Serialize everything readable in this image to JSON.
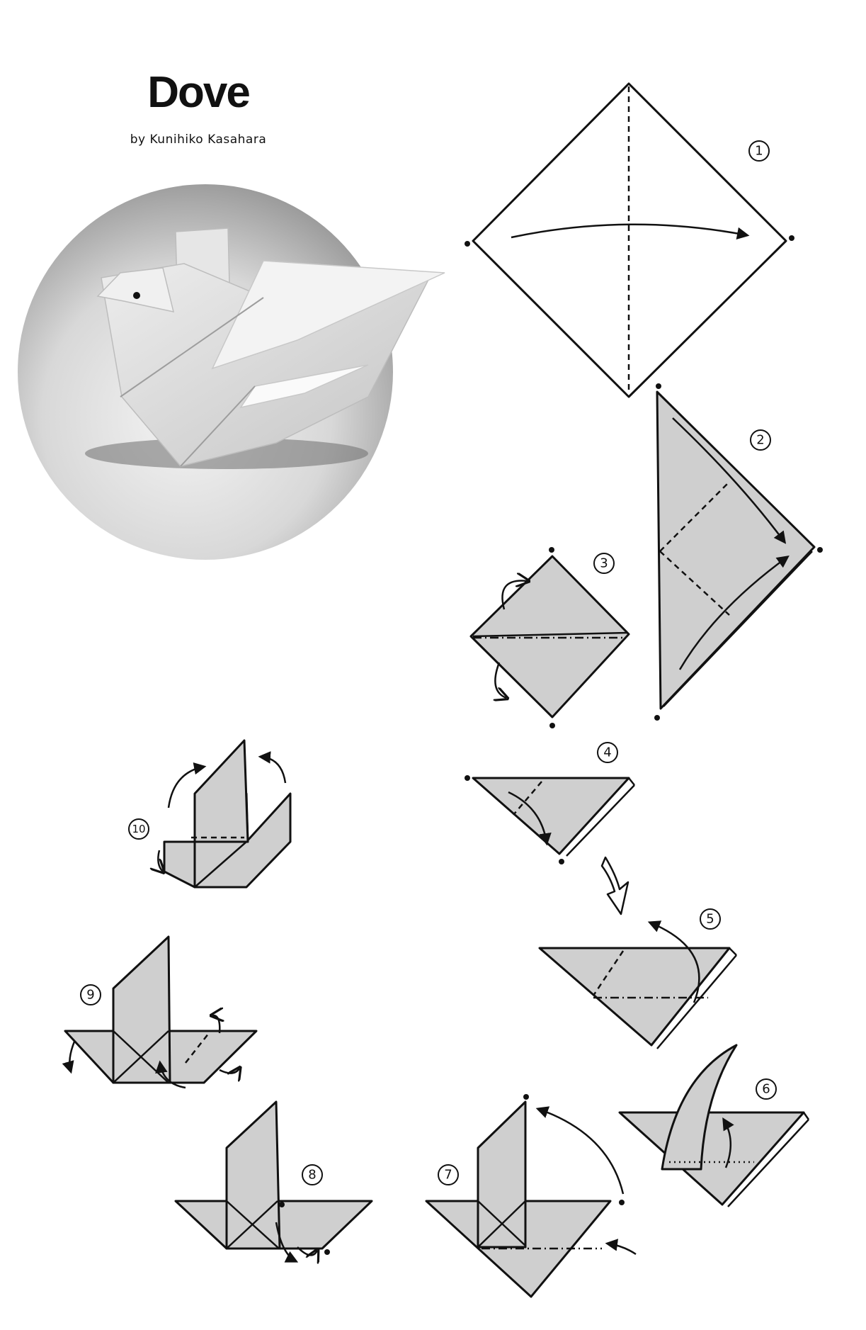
{
  "header": {
    "title": "Dove",
    "author": "by Kunihiko Kasahara"
  },
  "steps": [
    {
      "number": "1"
    },
    {
      "number": "2"
    },
    {
      "number": "3"
    },
    {
      "number": "4"
    },
    {
      "number": "5"
    },
    {
      "number": "6"
    },
    {
      "number": "7"
    },
    {
      "number": "8"
    },
    {
      "number": "9"
    },
    {
      "number": "10"
    }
  ],
  "colors": {
    "paper_fill": "#cfcfcf",
    "ink": "#111111",
    "background": "#ffffff"
  }
}
